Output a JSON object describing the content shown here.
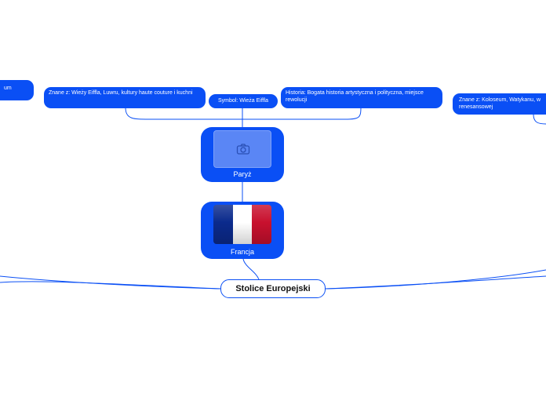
{
  "central": {
    "label": "Stolice Europejski"
  },
  "france": {
    "label": "Francja",
    "flag_colors": [
      "#0b2a8c",
      "#ffffff",
      "#c8102e"
    ],
    "image_name": "france-flag"
  },
  "paris": {
    "label": "Paryż",
    "image_name": "camera-icon"
  },
  "details": {
    "known_for": "Znane z: Wieży Eiffla, Luwru, kultury haute couture i kuchni",
    "symbol": "Symbol: Wieża Eiffla",
    "history": "Historia: Bogata historia artystyczna i polityczna, miejsce rewolucji"
  },
  "offscreen": {
    "left_fragment": "um",
    "rome_known_for": "Znane z: Koloseum, Watykanu, w renesansowej"
  },
  "colors": {
    "accent": "#0a4ff5",
    "line": "#0a4ff5",
    "text_on_accent": "#ffffff"
  }
}
